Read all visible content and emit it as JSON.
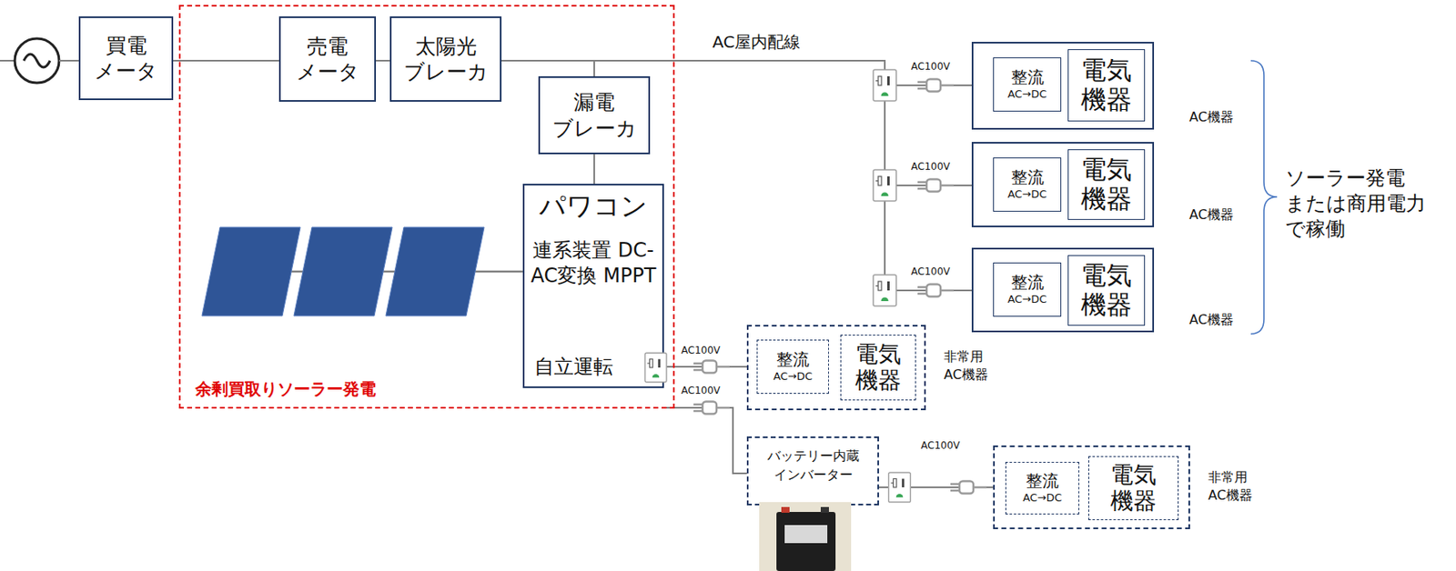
{
  "diagram": {
    "nodes": [
      {
        "text": [
          "買電 メータ"
        ]
      },
      {
        "text": [
          "余剰買取りソーラー発電"
        ]
      },
      {
        "text": [
          "売電 メータ"
        ],
        "in": 1
      },
      {
        "text": [
          "太陽光 ブレーカ"
        ],
        "in": 1
      },
      {
        "text": [
          "漏電 ブレーカ"
        ],
        "in": 1
      },
      {
        "text": [
          "パワコン",
          "連系装置 DC-AC変換 MPPT",
          "自立運転"
        ],
        "in": 1
      },
      {
        "text": [
          "AC機器"
        ]
      },
      {
        "text": [
          "整流",
          "AC→DC"
        ],
        "in": 6
      },
      {
        "text": [
          "電気 機器"
        ],
        "in": 6
      },
      {
        "text": [
          "AC機器"
        ]
      },
      {
        "text": [
          "整流",
          "AC→DC"
        ],
        "in": 9
      },
      {
        "text": [
          "電気 機器"
        ],
        "in": 9
      },
      {
        "text": [
          "AC機器"
        ]
      },
      {
        "text": [
          "整流",
          "AC→DC"
        ],
        "in": 12
      },
      {
        "text": [
          "電気 機器"
        ],
        "in": 12
      },
      {
        "text": [
          "非常用 AC機器"
        ]
      },
      {
        "text": [
          "整流",
          "AC→DC"
        ],
        "in": 15
      },
      {
        "text": [
          "電気 機器"
        ],
        "in": 15
      },
      {
        "text": [
          "バッテリー内蔵 インバーター"
        ]
      },
      {
        "text": [
          "非常用 AC機器"
        ]
      },
      {
        "text": [
          "整流",
          "AC→DC"
        ],
        "in": 19
      },
      {
        "text": [
          "電気 機器"
        ],
        "in": 19
      }
    ],
    "edges": [
      {
        "from": 0,
        "to": 2,
        "arrow": "none"
      },
      {
        "from": 2,
        "to": 3,
        "arrow": "none"
      },
      {
        "from": 3,
        "to": 4,
        "arrow": "none"
      },
      {
        "from": 4,
        "to": 5,
        "arrow": "none"
      },
      {
        "from": 3,
        "to": 6,
        "label": "AC屋内配線",
        "arrow": "none"
      },
      {
        "from": 3,
        "to": 9,
        "arrow": "none"
      },
      {
        "from": 3,
        "to": 12,
        "arrow": "none"
      },
      {
        "from": 5,
        "to": 15,
        "arrow": "none"
      },
      {
        "from": 5,
        "to": 18,
        "arrow": "none"
      },
      {
        "from": 18,
        "to": 19,
        "arrow": "none"
      }
    ],
    "labels": [
      "AC100V",
      "AC100V",
      "AC100V",
      "AC100V",
      "AC100V",
      "AC100V",
      "ソーラー発電 または商用電力 で稼働"
    ]
  }
}
